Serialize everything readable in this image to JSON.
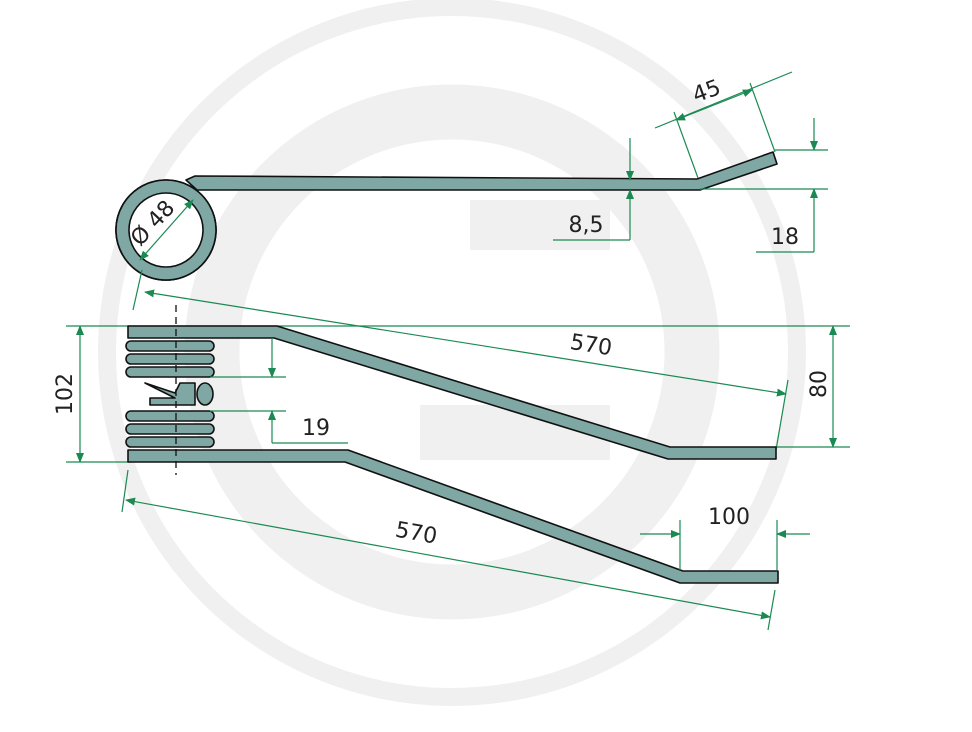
{
  "drawing": {
    "dim_diameter": "Ø 48",
    "dim_45": "45",
    "dim_8_5": "8,5",
    "dim_18": "18",
    "dim_570_top": "570",
    "dim_80": "80",
    "dim_102": "102",
    "dim_19": "19",
    "dim_100": "100",
    "dim_570_bottom": "570"
  },
  "colors": {
    "spring_fill": "#7fa8a4",
    "outline": "#111111",
    "dimension": "#1a8a52",
    "watermark": "#f0f0f0"
  },
  "icons": {
    "watermark": "brand-logo-watermark"
  }
}
